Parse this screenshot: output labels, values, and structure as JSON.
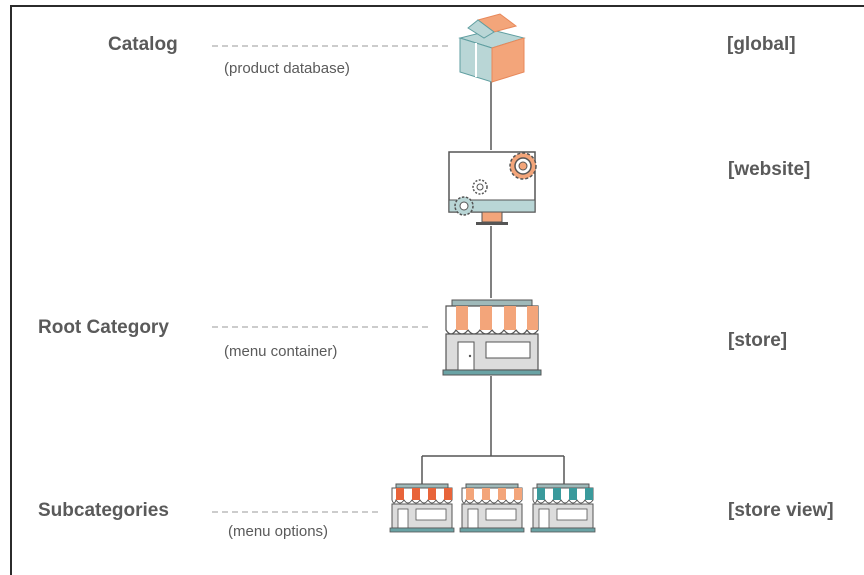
{
  "levels": {
    "catalog": {
      "label": "Catalog",
      "sublabel": "(product database)",
      "scope": "[global]"
    },
    "website": {
      "scope": "[website]"
    },
    "root_category": {
      "label": "Root Category",
      "sublabel": "(menu container)",
      "scope": "[store]"
    },
    "subcategories": {
      "label": "Subcategories",
      "sublabel": "(menu options)",
      "scope": "[store view]"
    }
  },
  "icons": {
    "catalog": "box-icon",
    "website": "monitor-gears-icon",
    "store": "storefront-icon",
    "store_views": [
      "storefront-red-icon",
      "storefront-orange-icon",
      "storefront-teal-icon"
    ]
  },
  "colors": {
    "text": "#5a5a5a",
    "line": "#555555",
    "dash": "#9a9a9a",
    "teal_light": "#b9d6d6",
    "teal": "#5f9ea0",
    "orange": "#f3a57a",
    "red": "#e8643a",
    "teal_awning": "#3a9a9c",
    "store_gray": "#bcbcbc"
  }
}
